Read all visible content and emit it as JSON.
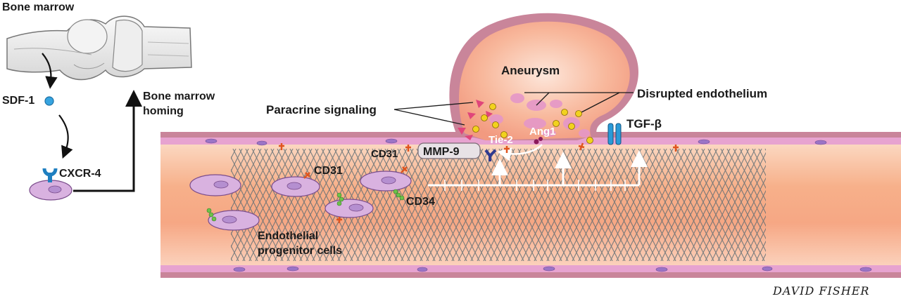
{
  "labels": {
    "bone_marrow": "Bone marrow",
    "sdf1": "SDF-1",
    "cxcr4": "CXCR-4",
    "bone_marrow_homing_1": "Bone marrow",
    "bone_marrow_homing_2": "homing",
    "aneurysm": "Aneurysm",
    "disrupted_endothelium": "Disrupted endothelium",
    "paracrine_signaling": "Paracrine signaling",
    "tgf_beta": "TGF-β",
    "tie2": "Tie-2",
    "ang1": "Ang1",
    "mmp9": "MMP-9",
    "cd31_upper": "CD31",
    "cd31_lower": "CD31",
    "cd34": "CD34",
    "epc_line1": "Endothelial",
    "epc_line2": "progenitor cells",
    "signature": "DAVID FISHER"
  },
  "colors": {
    "vessel_wall": "#c9859a",
    "lumen": "#f7b08a",
    "aneurysm": "#f5a98c",
    "endothelium": "#e7a3d0",
    "cell": "#d9b2e0",
    "nucleus": "#b58fd0",
    "receptor": "#1f7fc0",
    "ligand": "#f2d21e",
    "paracrine": "#e0457a",
    "cd34_marker": "#6cc24a",
    "cd31_marker": "#e0541e",
    "mesh": "#5b6b73"
  },
  "icons": [
    "bone-joint",
    "sdf1-dot",
    "cxcr4-receptor",
    "tgf-beta-receptor",
    "tie2-receptor"
  ]
}
